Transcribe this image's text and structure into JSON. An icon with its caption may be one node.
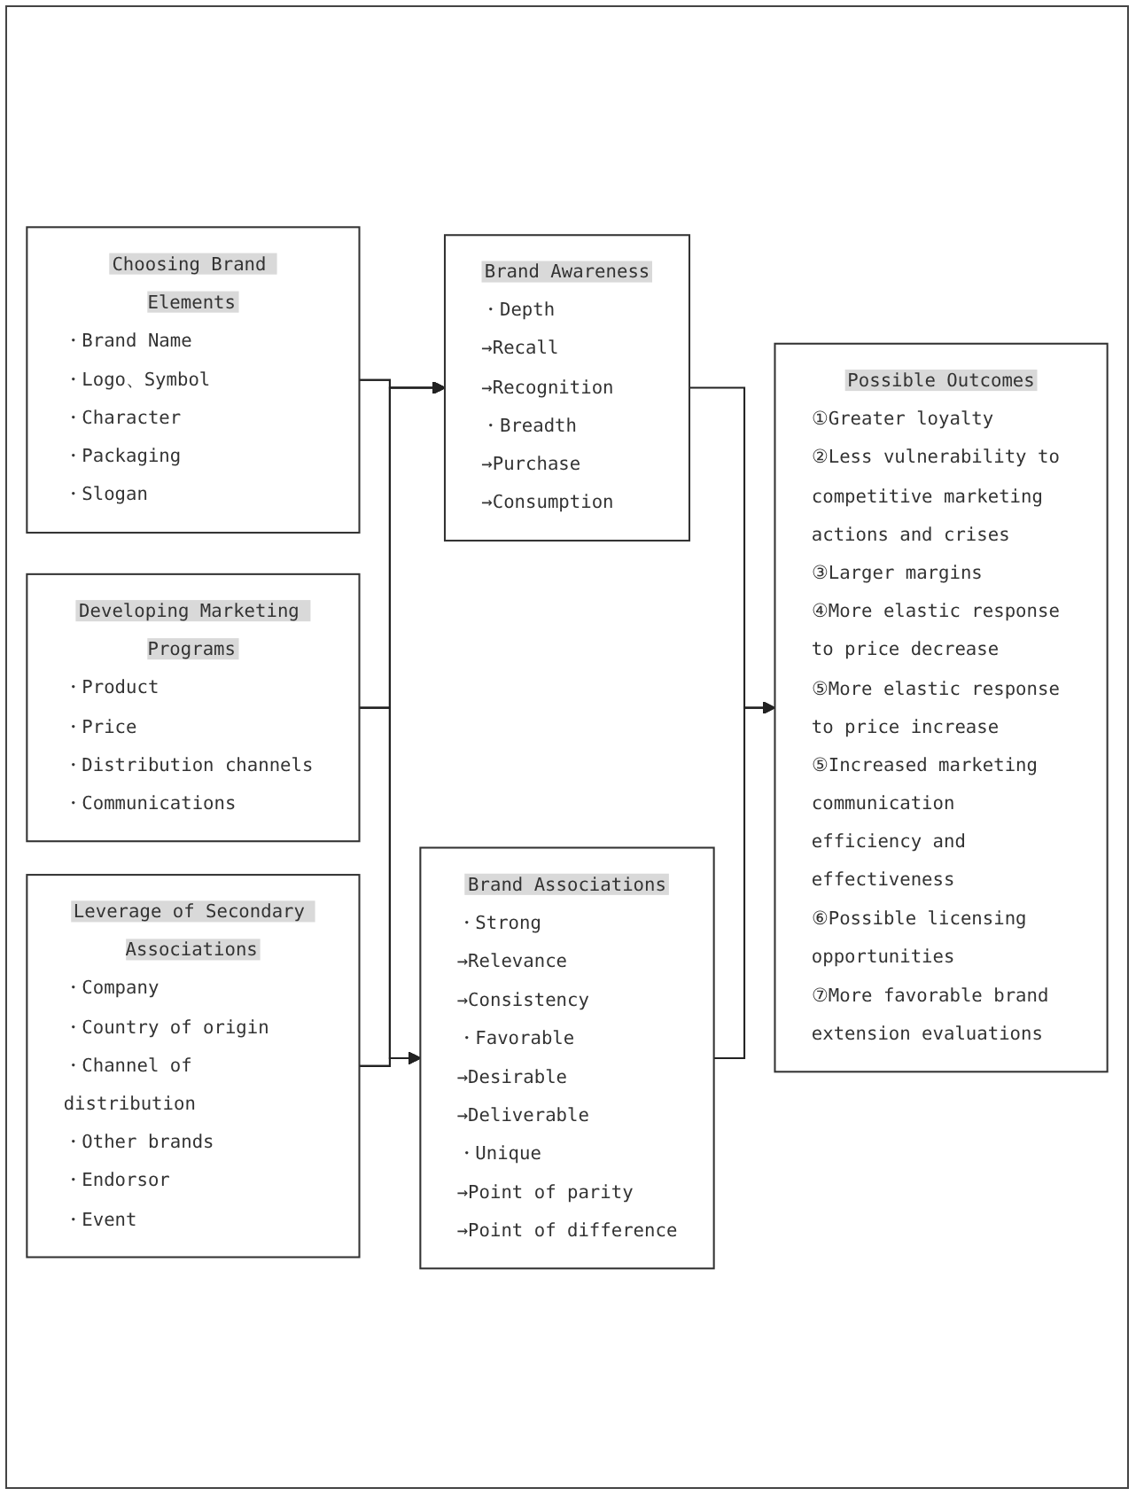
{
  "diagram": {
    "nodes": [
      {
        "text": [
          "Choosing Brand Elements",
          "・Brand Name",
          "・Logo、Symbol",
          "・Character",
          "・Packaging",
          "・Slogan"
        ]
      },
      {
        "text": [
          "Developing Marketing Programs",
          "・Product",
          "・Price",
          "・Distribution channels",
          "・Communications"
        ]
      },
      {
        "text": [
          "Leverage of Secondary Associations",
          "・Company",
          "・Country of origin",
          "・Channel of distribution",
          "・Other brands",
          "・Endorsor",
          "・Event"
        ]
      },
      {
        "text": [
          "Brand Awareness",
          "・Depth",
          "→Recall",
          "→Recognition",
          "・Breadth",
          "→Purchase",
          "→Consumption"
        ]
      },
      {
        "text": [
          "Brand Associations",
          "・Strong",
          "→Relevance",
          "→Consistency",
          "・Favorable",
          "→Desirable",
          "→Deliverable",
          "・Unique",
          "→Point of parity",
          "→Point of difference"
        ]
      },
      {
        "text": [
          "Possible Outcomes",
          "①Greater loyalty",
          "②Less vulnerability to competitive marketing actions and crises",
          "③Larger margins",
          "④More elastic response to price decrease",
          "⑤More elastic response to price increase",
          "⑤Increased marketing communication efficiency and effectiveness",
          "⑥Possible licensing opportunities",
          "⑦More favorable brand extension evaluations"
        ]
      }
    ],
    "edges": [
      {
        "from": 0,
        "to": 3,
        "arrow": "to"
      },
      {
        "from": 0,
        "to": 4,
        "arrow": "to"
      },
      {
        "from": 1,
        "to": 3,
        "arrow": "to"
      },
      {
        "from": 1,
        "to": 4,
        "arrow": "to"
      },
      {
        "from": 2,
        "to": 3,
        "arrow": "to"
      },
      {
        "from": 2,
        "to": 4,
        "arrow": "to"
      },
      {
        "from": 3,
        "to": 5,
        "arrow": "to"
      },
      {
        "from": 4,
        "to": 5,
        "arrow": "to"
      }
    ]
  }
}
